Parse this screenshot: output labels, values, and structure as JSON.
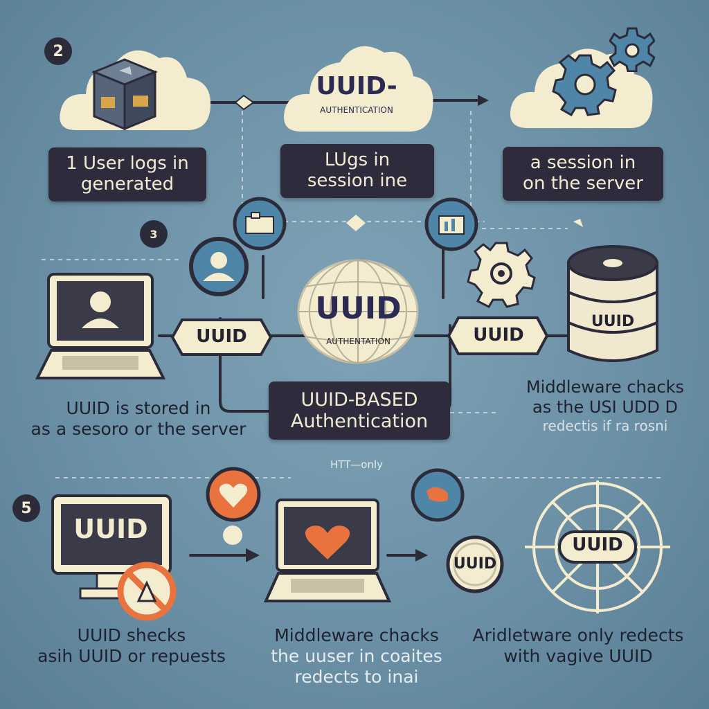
{
  "step_badges": {
    "top_left": "2",
    "mid_left": "3",
    "bottom_left": "5"
  },
  "top_row": {
    "center_cloud_title": "UUID-",
    "center_cloud_subtitle": "AUTHENTICATION",
    "left_label": [
      "1 User logs in",
      "generated"
    ],
    "center_label": [
      "LUgs in",
      "session ine"
    ],
    "right_label": [
      "a session in",
      "on the server"
    ]
  },
  "middle_row": {
    "left_tag": "UUID",
    "globe_title": "UUID",
    "globe_subtitle": "AUTHENTATION",
    "right_tag": "UUID",
    "database_label": "UUID",
    "center_label": [
      "UUID-BASED",
      "Authentication"
    ],
    "left_caption": [
      "UUID is stored in",
      "as a sesoro or the server"
    ],
    "right_caption": [
      "Middleware chacks",
      "as the USI UDD D",
      "redectis if ra rosni"
    ],
    "http_only_note": "HTT—only"
  },
  "bottom_row": {
    "monitor_label": "UUID",
    "coin_label": "UUID",
    "wheel_label": "UUID",
    "left_caption": [
      "UUID shecks",
      "asih UUID or repuests"
    ],
    "center_caption": [
      "Middleware chacks",
      "the uuser in coaites",
      "redects to inai"
    ],
    "right_caption": [
      "Aridletware only redects",
      "with vagive UUID"
    ]
  },
  "colors": {
    "background": "#6c91a6",
    "cloud": "#f3ecce",
    "dark": "#2e2c3c",
    "cream_text": "#f2ead2",
    "orange": "#e9733f",
    "steel_blue": "#4f86a8"
  },
  "icons": [
    "cube-icon",
    "gear-icon",
    "user-icon",
    "photo-icon",
    "chart-icon",
    "database-icon",
    "globe-icon",
    "laptop-icon",
    "monitor-icon",
    "heart-icon",
    "no-entry-icon",
    "wheel-icon"
  ]
}
